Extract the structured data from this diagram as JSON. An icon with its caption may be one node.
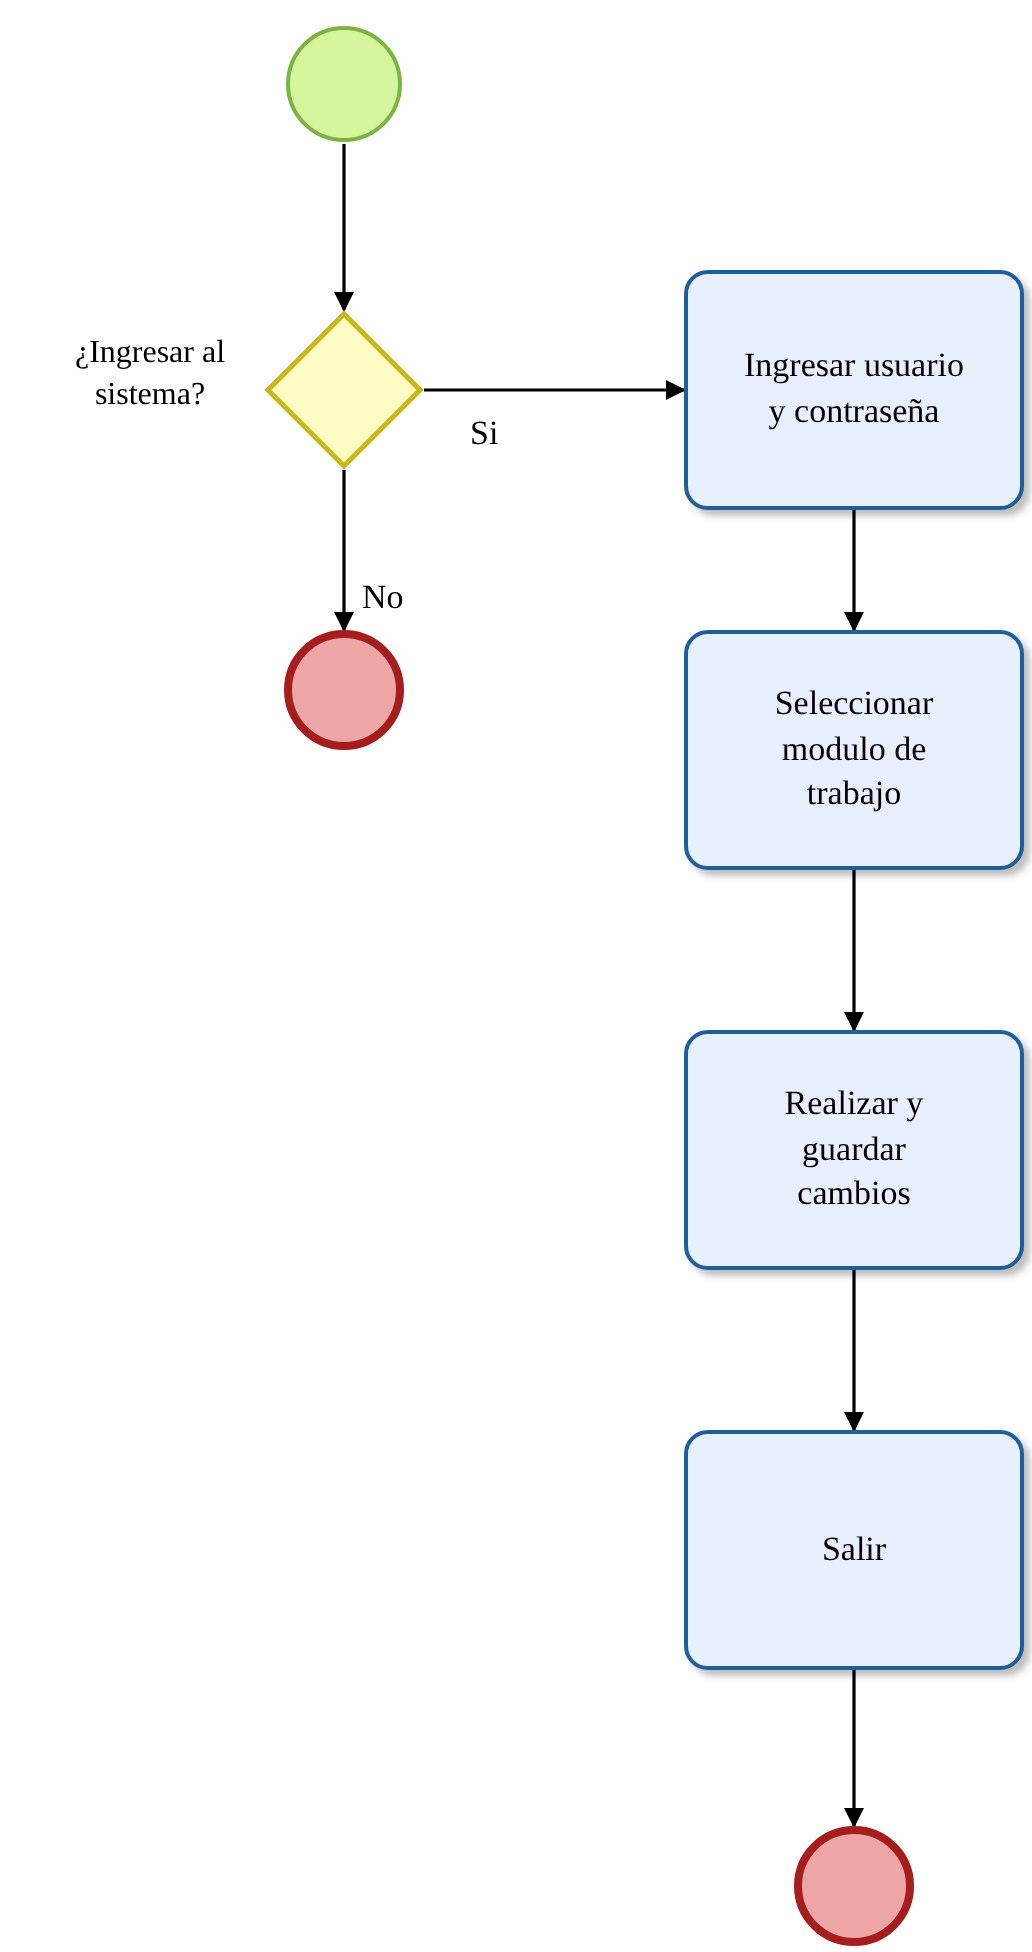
{
  "diagram": {
    "nodes": [
      {
        "text": [],
        "shape": "circle"
      },
      {
        "text": [],
        "shape": "diamond",
        "beside": [
          "¿Ingresar al sistema?"
        ]
      },
      {
        "text": [],
        "shape": "circle"
      },
      {
        "text": [
          "Ingresar usuario y contraseña"
        ]
      },
      {
        "text": [
          "Seleccionar modulo de trabajo"
        ]
      },
      {
        "text": [
          "Realizar y guardar cambios"
        ]
      },
      {
        "text": [
          "Salir"
        ]
      },
      {
        "text": [],
        "shape": "circle"
      }
    ],
    "edges": [
      {
        "from": 0,
        "to": 1,
        "arrow": "to"
      },
      {
        "from": 1,
        "to": 3,
        "arrow": "to",
        "label": "Si"
      },
      {
        "from": 1,
        "to": 2,
        "arrow": "to",
        "label": "No"
      },
      {
        "from": 3,
        "to": 4,
        "arrow": "to"
      },
      {
        "from": 4,
        "to": 5,
        "arrow": "to"
      },
      {
        "from": 5,
        "to": 6,
        "arrow": "to"
      },
      {
        "from": 6,
        "to": 7,
        "arrow": "to"
      }
    ]
  }
}
